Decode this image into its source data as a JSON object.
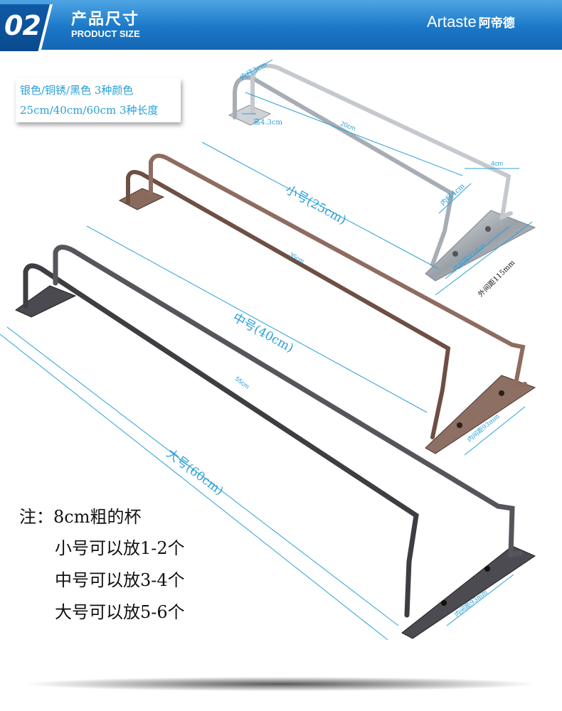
{
  "header": {
    "number": "02",
    "title_cn": "产品尺寸",
    "title_en": "PRODUCT SIZE",
    "brand": "Artaste",
    "brand_cn": "阿帝德"
  },
  "info": {
    "colors_line": "银色/铜锈/黑色 3种颜色",
    "lengths_line": "25cm/40cm/60cm 3种长度"
  },
  "dimensions": {
    "inner_diameter_top": "内经3cm",
    "height": "高4.3cm",
    "length_20": "20cm",
    "depth_4": "4cm",
    "inner_diameter_side": "内经4cm",
    "inner_spacing_small": "内间距93mm",
    "outer_spacing": "外间距115mm",
    "small_label": "小号(25cm)",
    "length_35": "35cm",
    "medium_label": "中号(40cm)",
    "inner_spacing_medium": "内间距93mm",
    "length_55": "55cm",
    "large_label": "大号(60cm)",
    "inner_spacing_large": "内间距93mm"
  },
  "notes": {
    "title": "注：8cm粗的杯",
    "lines": [
      "小号可以放1-2个",
      "中号可以放3-4个",
      "大号可以放5-6个"
    ]
  },
  "colors": {
    "header_blue": "#1b78c8",
    "dimension_blue": "#2aa0d6",
    "silver": "#b9bec4",
    "copper": "#7a5a4c",
    "black": "#3d3d42"
  }
}
